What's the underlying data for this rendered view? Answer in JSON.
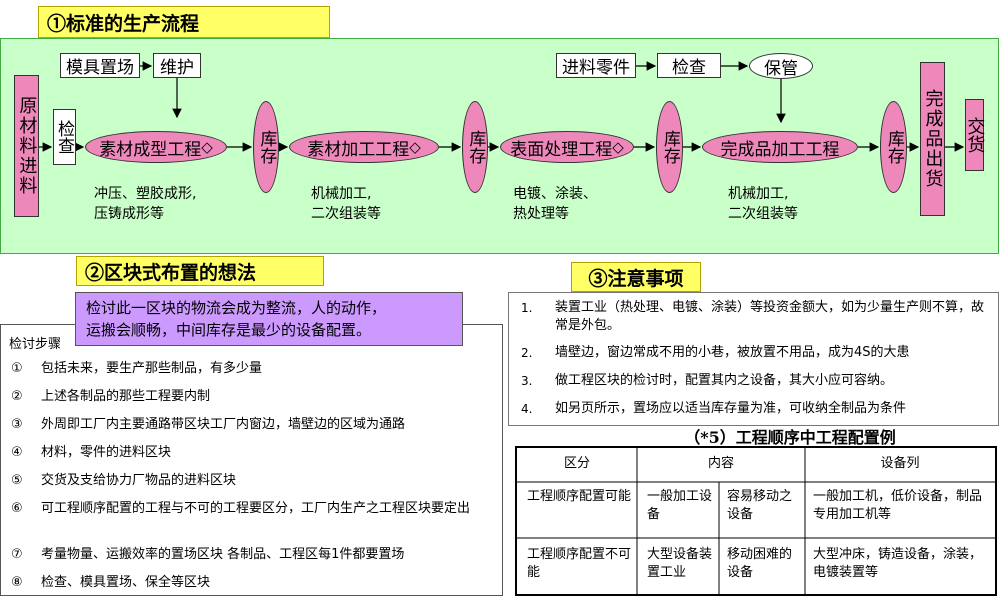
{
  "section1": {
    "title": "①标准的生产流程"
  },
  "flow": {
    "mold": "模具置场",
    "maintain": "维护",
    "parts_in": "进料零件",
    "check_top": "检查",
    "storage_top": "保管",
    "raw_in": "原材料进料",
    "check": "检查",
    "stages": [
      {
        "label": "素材成型工程",
        "note": "冲压、塑胶成形,\n压铸成形等"
      },
      {
        "label": "素材加工工程",
        "note": "机械加工,\n二次组装等"
      },
      {
        "label": "表面处理工程",
        "note": "电镀、涂装、\n热处理等"
      },
      {
        "label": "完成品加工工程",
        "note": "机械加工,\n二次组装等"
      }
    ],
    "diamond": "◇",
    "store": "库存",
    "finished": "完成品出货",
    "deliver": "交货"
  },
  "section2": {
    "title": "②区块式布置的想法",
    "idea": "检讨此一区块的物流会成为整流，人的动作，\n运搬会顺畅，中间库存是最少的设备配置。",
    "steps_title": "检讨步骤",
    "steps": [
      {
        "num": "①",
        "text": "包括未来，要生产那些制品，有多少量"
      },
      {
        "num": "②",
        "text": "上述各制品的那些工程要内制"
      },
      {
        "num": "③",
        "text": "外周即工厂内主要通路带区块工厂内窗边，墙壁边的区域为通路"
      },
      {
        "num": "④",
        "text": "材料，零件的进料区块"
      },
      {
        "num": "⑤",
        "text": "交货及支给协力厂物品的进料区块"
      },
      {
        "num": "⑥",
        "text": "可工程顺序配置的工程与不可的工程要区分，工厂内生产之工程区块要定出"
      },
      {
        "num": "⑦",
        "text": "考量物量、运搬效率的置场区块 各制品、工程区每1件都要置场"
      },
      {
        "num": "⑧",
        "text": "检查、模具置场、保全等区块"
      }
    ]
  },
  "section3": {
    "title": "③注意事项",
    "items": [
      {
        "num": "1.",
        "text": "装置工业（热处理、电镀、涂装）等投资金额大，如为少量生产则不算，故常是外包。"
      },
      {
        "num": "2.",
        "text": "墙壁边，窗边常成不用的小巷，被放置不用品，成为4S的大患"
      },
      {
        "num": "3.",
        "text": "做工程区块的检讨时，配置其内之设备，其大小应可容纳。"
      },
      {
        "num": "4.",
        "text": "如另页所示，置场应以适当库存量为准，可收纳全制品为条件"
      }
    ]
  },
  "config_table": {
    "title": "（*5）工程顺序中工程配置例",
    "headers": [
      "区分",
      "内容",
      "设备列"
    ],
    "rows": [
      {
        "category": "工程顺序配置可能",
        "content_a": "一般加工设备",
        "content_b": "容易移动之设备",
        "examples": "一般加工机，低价设备，制品专用加工机等"
      },
      {
        "category": "工程顺序配置不可能",
        "content_a": "大型设备装置工业",
        "content_b": "移动困难的设备",
        "examples": "大型冲床，铸造设备，涂装，电镀装置等"
      }
    ]
  }
}
